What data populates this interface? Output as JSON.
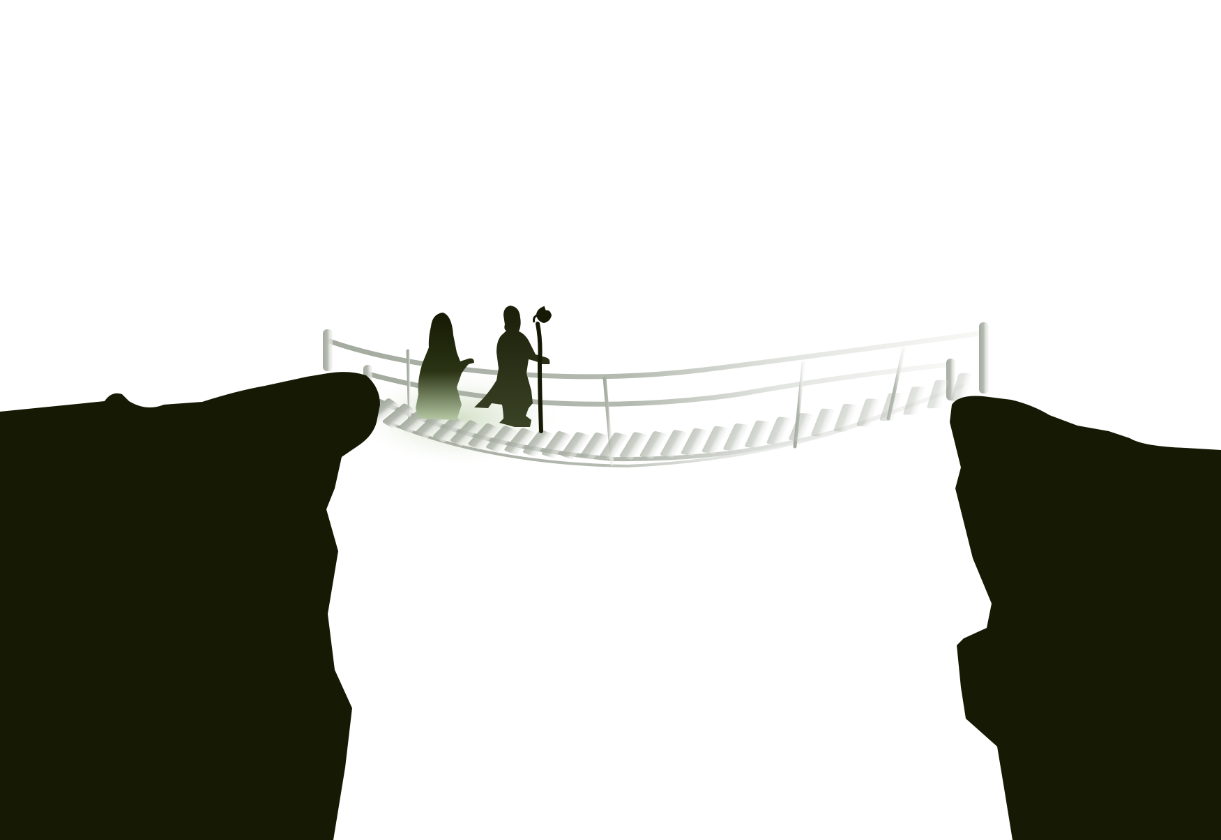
{
  "scene": {
    "background_color": "#ffffff",
    "silhouette_color": "#161903",
    "bridge_color": "#a8b0a4",
    "glow_color": "#d9e5d0",
    "elements": [
      "left-cliff",
      "right-cliff",
      "rope-bridge",
      "hooded-figure",
      "staff-figure",
      "walking-staff"
    ]
  }
}
